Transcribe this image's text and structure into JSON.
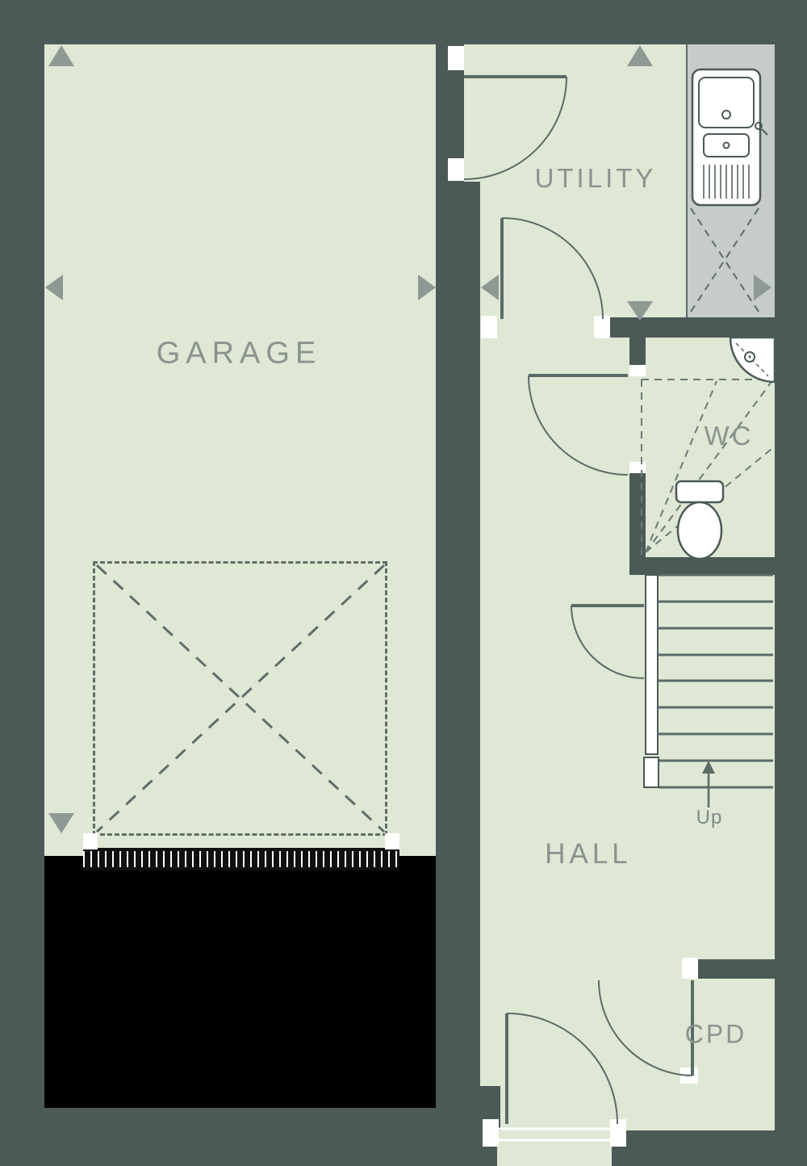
{
  "plan": {
    "rooms": {
      "garage": {
        "label": "GARAGE"
      },
      "utility": {
        "label": "UTILITY"
      },
      "wc": {
        "label": "WC"
      },
      "hall": {
        "label": "HALL"
      },
      "cpd": {
        "label": "CPD"
      }
    },
    "stairs": {
      "direction_label": "Up"
    },
    "colors": {
      "wall": "#4b5a57",
      "room_fill": "#dfe8d4",
      "counter_fill": "#c6ccc8",
      "void_fill": "#000000",
      "line": "#5b6b67",
      "label_text": "#8a948f",
      "marker": "#8e9994",
      "fixture_fill": "#ffffff"
    }
  }
}
